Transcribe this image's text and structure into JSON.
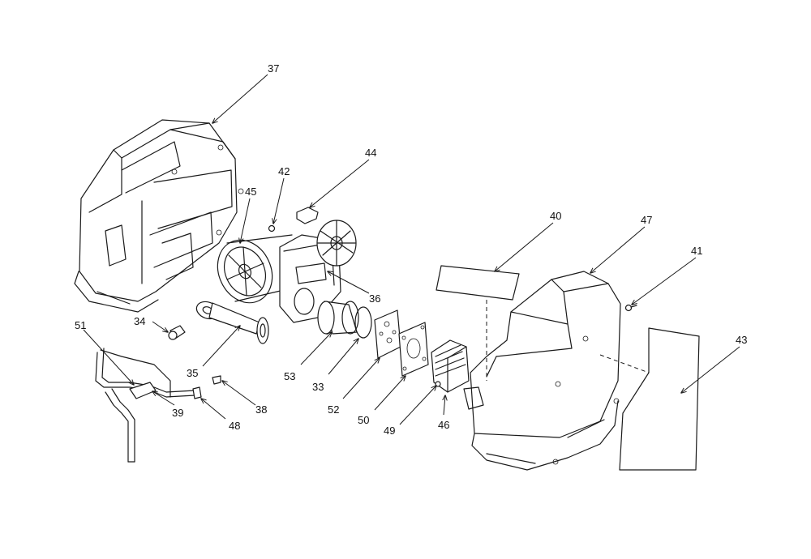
{
  "labels": {
    "l37": "37",
    "l42": "42",
    "l44": "44",
    "l45": "45",
    "l40": "40",
    "l47": "47",
    "l41": "41",
    "l36": "36",
    "l43": "43",
    "l34": "34",
    "l51": "51",
    "l35": "35",
    "l53": "53",
    "l33": "33",
    "l52": "52",
    "l50": "50",
    "l49": "49",
    "l46": "46",
    "l38": "38",
    "l39": "39",
    "l48": "48"
  }
}
